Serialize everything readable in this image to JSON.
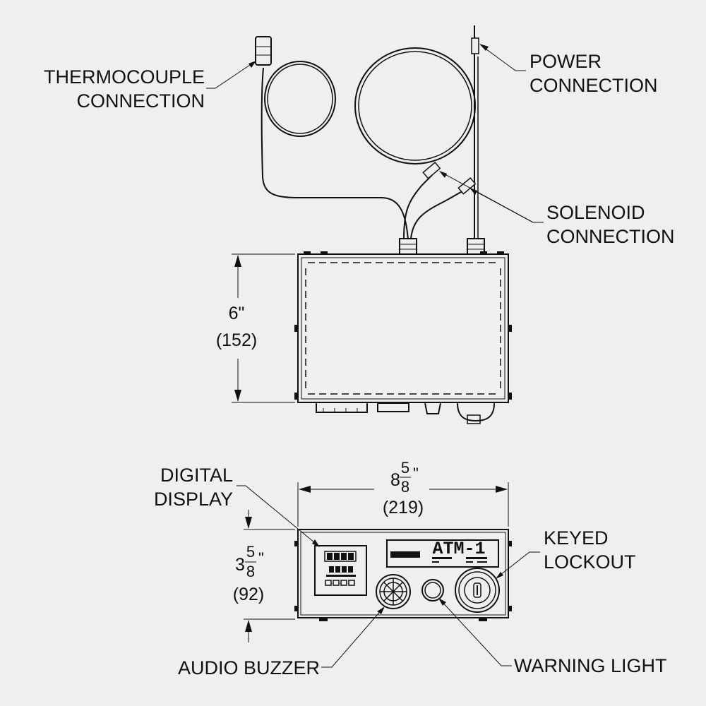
{
  "callouts": {
    "thermocouple": [
      "THERMOCOUPLE",
      "CONNECTION"
    ],
    "power": [
      "POWER",
      "CONNECTION"
    ],
    "solenoid": [
      "SOLENOID",
      "CONNECTION"
    ],
    "digital_display": [
      "DIGITAL",
      "DISPLAY"
    ],
    "keyed_lockout": [
      "KEYED",
      "LOCKOUT"
    ],
    "audio_buzzer": "AUDIO BUZZER",
    "warning_light": "WARNING LIGHT"
  },
  "dimensions": {
    "height": {
      "inches": "6\"",
      "mm": "(152)"
    },
    "width": {
      "whole": "8",
      "num": "5",
      "den": "8",
      "mark": "\"",
      "mm": "(219)"
    },
    "depth": {
      "whole": "3",
      "num": "5",
      "den": "8",
      "mark": "\"",
      "mm": "(92)"
    }
  },
  "panel": {
    "model": "ATM-1"
  }
}
